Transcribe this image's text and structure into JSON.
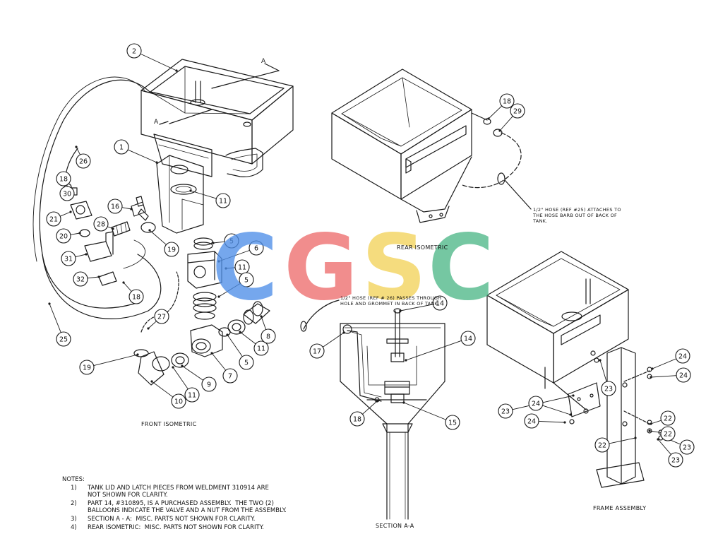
{
  "colors": {
    "line": "#1a1a1a",
    "wm_c": "#4f8fe8",
    "wm_g": "#ee6e6e",
    "wm_s": "#f3d35a",
    "wm_c2": "#4fb889"
  },
  "watermark": [
    "C",
    "G",
    "S",
    "C"
  ],
  "views": {
    "front": "FRONT ISOMETRIC",
    "rear": "REAR ISOMETRIC",
    "section": "SECTION A-A",
    "frame": "FRAME ASSEMBLY"
  },
  "section_marker": "A",
  "callouts": {
    "rear_hose": [
      "1/2\" HOSE (REF #25) ATTACHES TO",
      "THE HOSE BARB OUT OF BACK OF",
      "TANK."
    ],
    "section_hose": [
      "1/2\" HOSE (REF # 26) PASSES THROUGH",
      "HOLE AND GROMMET IN BACK OF TANK."
    ]
  },
  "balloons": {
    "front": [
      "2",
      "1",
      "26",
      "18",
      "30",
      "21",
      "20",
      "31",
      "32",
      "25",
      "16",
      "28",
      "19",
      "18",
      "11",
      "5",
      "6",
      "11",
      "5",
      "27",
      "19",
      "10",
      "11",
      "9",
      "7",
      "5",
      "11",
      "8"
    ],
    "rear": [
      "18",
      "29"
    ],
    "section": [
      "14",
      "17",
      "14",
      "18",
      "15"
    ],
    "frame": [
      "24",
      "24",
      "23",
      "23",
      "24",
      "24",
      "22",
      "22",
      "23",
      "22",
      "23"
    ]
  },
  "notes": {
    "heading": "NOTES:",
    "items": [
      [
        "1)",
        "TANK LID AND LATCH PIECES FROM WELDMENT 310914 ARE\nNOT SHOWN FOR CLARITY."
      ],
      [
        "2)",
        "PART 14, #310895, IS A PURCHASED ASSEMBLY.  THE TWO (2)\nBALLOONS INDICATE THE VALVE AND A NUT FROM THE ASSEMBLY."
      ],
      [
        "3)",
        "SECTION A - A:  MISC. PARTS NOT SHOWN FOR CLARITY."
      ],
      [
        "4)",
        "REAR ISOMETRIC:  MISC. PARTS NOT SHOWN FOR CLARITY."
      ]
    ]
  }
}
